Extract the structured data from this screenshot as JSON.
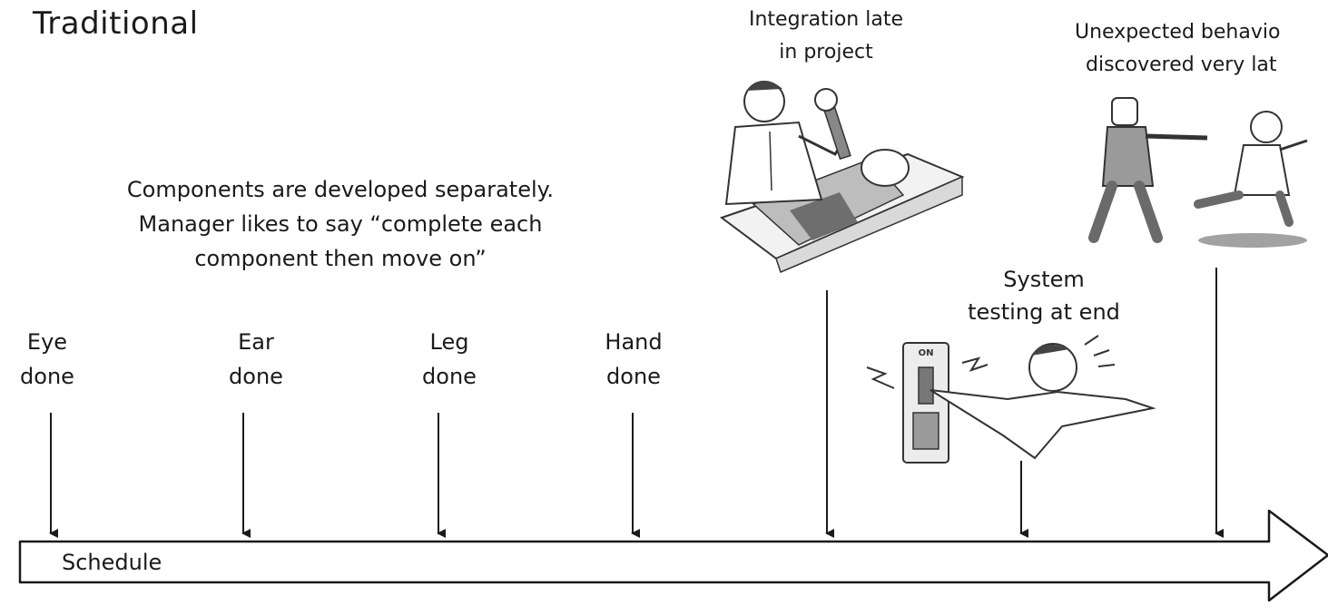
{
  "title": "Traditional",
  "intro_note": {
    "line1": "Components are developed separately.",
    "line2": "Manager likes to say “complete each",
    "line3": "component then move on”"
  },
  "milestones": [
    {
      "line1": "Eye",
      "line2": "done"
    },
    {
      "line1": "Ear",
      "line2": "done"
    },
    {
      "line1": "Leg",
      "line2": "done"
    },
    {
      "line1": "Hand",
      "line2": "done"
    }
  ],
  "integration": {
    "line1": "Integration late",
    "line2": "in project"
  },
  "system_testing": {
    "line1": "System",
    "line2": "testing at end"
  },
  "unexpected": {
    "line1": "Unexpected behavio",
    "line2": "discovered very lat"
  },
  "schedule_label": "Schedule",
  "switch_label": "ON"
}
